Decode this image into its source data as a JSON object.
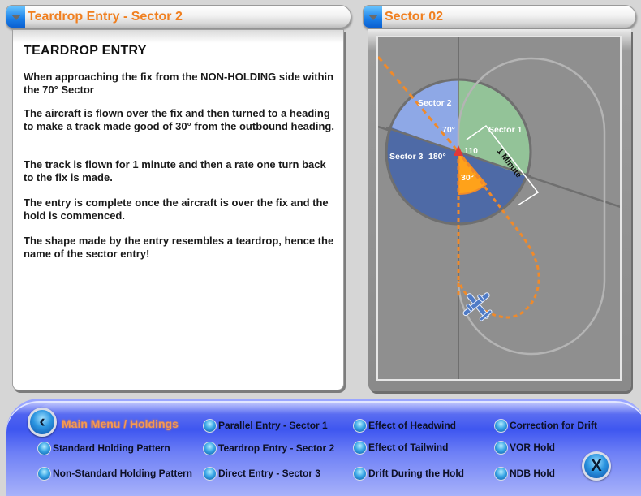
{
  "left_panel": {
    "title": "Teardrop Entry - Sector 2",
    "heading": "TEARDROP ENTRY",
    "paragraphs": [
      "When approaching the fix from the NON-HOLDING side within the 70° Sector",
      "The aircraft is flown over the fix and then turned to a heading to make a track made good of 30° from the outbound heading.",
      "The track is flown for 1 minute and then a rate one turn back to the fix is made.",
      "The entry is complete once the aircraft is over the fix and the hold is commenced.",
      "The shape made by the entry resembles a teardrop, hence the name of the sector entry!"
    ]
  },
  "right_panel": {
    "title": "Sector 02",
    "diagram": {
      "sector_1_label": "Sector 1",
      "sector_2_label": "Sector 2",
      "sector_3_label": "Sector 3",
      "angle_70": "70°",
      "angle_110": "110",
      "angle_180": "180°",
      "angle_30": "30°",
      "one_minute_label": "1 Minute",
      "colors": {
        "sector_1": "#93c398",
        "sector_2": "#8ea8e6",
        "sector_3": "#4e6aa6",
        "entry_track": "#f08a2a",
        "angle_wedge": "#ffa21a",
        "background": "#8f8f8f"
      }
    }
  },
  "nav": {
    "back_icon": "‹",
    "close_icon": "X",
    "main_menu_label": "Main Menu / Holdings",
    "items": [
      {
        "label": "Standard Holding Pattern"
      },
      {
        "label": "Non-Standard Holding Pattern"
      },
      {
        "label": "Parallel Entry - Sector 1"
      },
      {
        "label": "Teardrop Entry - Sector 2"
      },
      {
        "label": "Direct Entry - Sector 3"
      },
      {
        "label": "Effect of Headwind"
      },
      {
        "label": "Effect of Tailwind"
      },
      {
        "label": "Drift During the Hold"
      },
      {
        "label": "Correction for Drift"
      },
      {
        "label": "VOR Hold"
      },
      {
        "label": "NDB Hold"
      }
    ]
  }
}
